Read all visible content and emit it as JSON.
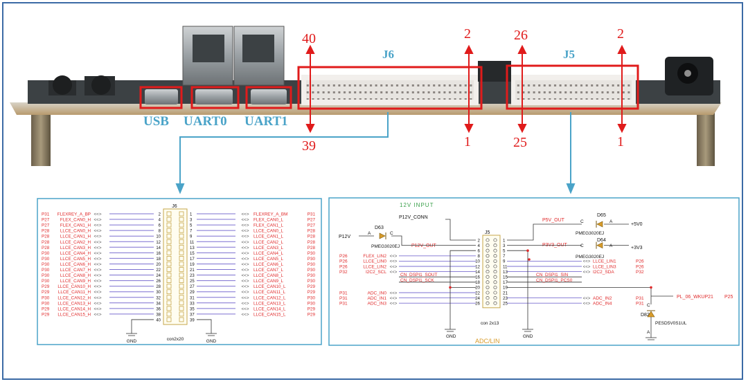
{
  "board": {
    "usb_label": "USB",
    "uart0_label": "UART0",
    "uart1_label": "UART1",
    "j6_label": "J6",
    "j5_label": "J5",
    "j6_pin_top_left": "40",
    "j6_pin_bottom_left": "39",
    "j6_pin_top_right": "2",
    "j6_pin_bottom_right": "1",
    "j5_pin_top_left": "26",
    "j5_pin_bottom_left": "25",
    "j5_pin_top_right": "2",
    "j5_pin_bottom_right": "1"
  },
  "colors": {
    "accent_blue": "#4aa3c8",
    "highlight_red": "#e01b1b",
    "net_red": "#e0292a",
    "wire_purple": "#7b6fd0",
    "frame_blue": "#3b6aa5"
  },
  "j6": {
    "ref": "J6",
    "part": "con2x20",
    "gnd": "GND",
    "rows": [
      {
        "lp": "P31",
        "ln": "FLEXREY_A_BP",
        "le": "2",
        "re": "1",
        "rn": "FLEXREY_A_BM",
        "rp": "P31"
      },
      {
        "lp": "P27",
        "ln": "FLEX_CAN0_H",
        "le": "4",
        "re": "3",
        "rn": "FLEX_CAN0_L",
        "rp": "P27"
      },
      {
        "lp": "P27",
        "ln": "FLEX_CAN1_H",
        "le": "6",
        "re": "5",
        "rn": "FLEX_CAN1_L",
        "rp": "P27"
      },
      {
        "lp": "P28",
        "ln": "LLCE_CAN0_H",
        "le": "8",
        "re": "7",
        "rn": "LLCE_CAN0_L",
        "rp": "P28"
      },
      {
        "lp": "P28",
        "ln": "LLCE_CAN1_H",
        "le": "10",
        "re": "9",
        "rn": "LLCE_CAN1_L",
        "rp": "P28"
      },
      {
        "lp": "P28",
        "ln": "LLCE_CAN2_H",
        "le": "12",
        "re": "11",
        "rn": "LLCE_CAN2_L",
        "rp": "P28"
      },
      {
        "lp": "P28",
        "ln": "LLCE_CAN3_H",
        "le": "14",
        "re": "13",
        "rn": "LLCE_CAN3_L",
        "rp": "P28"
      },
      {
        "lp": "P30",
        "ln": "LLCE_CAN4_H",
        "le": "16",
        "re": "15",
        "rn": "LLCE_CAN4_L",
        "rp": "P30"
      },
      {
        "lp": "P30",
        "ln": "LLCE_CAN5_H",
        "le": "18",
        "re": "17",
        "rn": "LLCE_CAN5_L",
        "rp": "P30"
      },
      {
        "lp": "P30",
        "ln": "LLCE_CAN6_H",
        "le": "20",
        "re": "19",
        "rn": "LLCE_CAN6_L",
        "rp": "P30"
      },
      {
        "lp": "P30",
        "ln": "LLCE_CAN7_H",
        "le": "22",
        "re": "21",
        "rn": "LLCE_CAN7_L",
        "rp": "P30"
      },
      {
        "lp": "P30",
        "ln": "LLCE_CAN8_H",
        "le": "24",
        "re": "23",
        "rn": "LLCE_CAN8_L",
        "rp": "P30"
      },
      {
        "lp": "P30",
        "ln": "LLCE_CAN9_H",
        "le": "26",
        "re": "25",
        "rn": "LLCE_CAN9_L",
        "rp": "P30"
      },
      {
        "lp": "P29",
        "ln": "LLCE_CAN10_H",
        "le": "28",
        "re": "27",
        "rn": "LLCE_CAN10_L",
        "rp": "P29"
      },
      {
        "lp": "P29",
        "ln": "LLCE_CAN11_H",
        "le": "30",
        "re": "29",
        "rn": "LLCE_CAN11_L",
        "rp": "P29"
      },
      {
        "lp": "P30",
        "ln": "LLCE_CAN12_H",
        "le": "32",
        "re": "31",
        "rn": "LLCE_CAN12_L",
        "rp": "P30"
      },
      {
        "lp": "P30",
        "ln": "LLCE_CAN13_H",
        "le": "34",
        "re": "33",
        "rn": "LLCE_CAN13_L",
        "rp": "P30"
      },
      {
        "lp": "P29",
        "ln": "LLCE_CAN14_H",
        "le": "36",
        "re": "35",
        "rn": "LLCE_CAN14_L",
        "rp": "P29"
      },
      {
        "lp": "P29",
        "ln": "LLCE_CAN15_H",
        "le": "38",
        "re": "37",
        "rn": "LLCE_CAN15_L",
        "rp": "P29"
      },
      {
        "lp": "",
        "ln": "",
        "le": "40",
        "re": "39",
        "rn": "",
        "rp": ""
      }
    ]
  },
  "j5": {
    "ref": "J5",
    "part": "con 2x13",
    "title": "12V INPUT",
    "section": "ADC/LIN",
    "gnd": "GND",
    "p12v_conn": "P12V_CONN",
    "p12v": "P12V",
    "p12v_out": "P12V_OUT",
    "p5v_out": "P5V_OUT",
    "p3v3_out": "P3V3_OUT",
    "d63": "D63",
    "d63_part": "PMEG3020EJ",
    "d65": "D65",
    "d65_part": "PMEG3020EJ",
    "d64": "D64",
    "d64_part": "PMEG3020EJ",
    "d82": "D82",
    "d82_part": "PESD5V0S1UL",
    "v5": "+5V0",
    "v33": "+3V3",
    "a": "A",
    "c": "C",
    "wkup": "PL_06_WKUP21",
    "wkup_page": "P25",
    "pins_left": [
      "2",
      "4",
      "6",
      "8",
      "10",
      "12",
      "14",
      "16",
      "18",
      "20",
      "22",
      "24",
      "26"
    ],
    "pins_right": [
      "1",
      "3",
      "5",
      "7",
      "9",
      "11",
      "13",
      "15",
      "17",
      "19",
      "21",
      "23",
      "25"
    ],
    "left_nets": [
      {
        "page": "P26",
        "name": "FLEX_LIN2",
        "row": 3
      },
      {
        "page": "P26",
        "name": "LLCE_LIN0",
        "row": 4
      },
      {
        "page": "P26",
        "name": "LLCE_LIN2",
        "row": 5
      },
      {
        "page": "P32",
        "name": "I2C2_SCL",
        "row": 6
      },
      {
        "page": "P31",
        "name": "ADC_IN0",
        "row": 10
      },
      {
        "page": "P31",
        "name": "ADC_IN1",
        "row": 11
      },
      {
        "page": "P31",
        "name": "ADC_IN3",
        "row": 12
      }
    ],
    "right_nets": [
      {
        "page": "P26",
        "name": "LLCE_LIN1",
        "row": 4
      },
      {
        "page": "P26",
        "name": "LLCE_LIN3",
        "row": 5
      },
      {
        "page": "P32",
        "name": "I2C2_SDA",
        "row": 6
      },
      {
        "page": "P31",
        "name": "ADC_IN2",
        "row": 11
      },
      {
        "page": "P31",
        "name": "ADC_IN4",
        "row": 12
      }
    ],
    "inner_left": [
      {
        "name": "CN_DSPI1_SOUT",
        "row": 7
      },
      {
        "name": "CN_DSPI1_SCK",
        "row": 8
      }
    ],
    "inner_right": [
      {
        "name": "CN_DSPI1_SIN",
        "row": 7
      },
      {
        "name": "CN_DSPI1_PCS0",
        "row": 8
      }
    ]
  }
}
